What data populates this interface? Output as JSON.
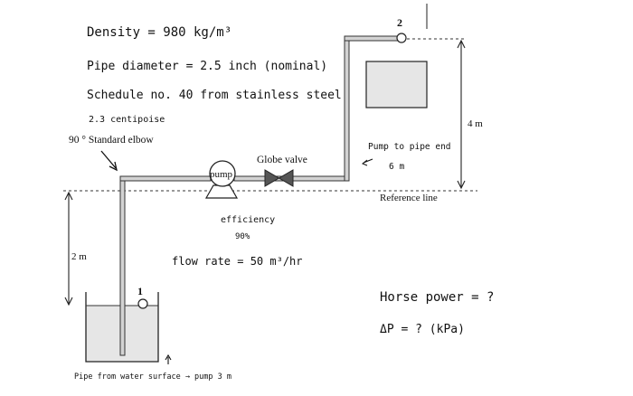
{
  "notes": {
    "density": "Density = 980 kg/m³",
    "pipe_diameter": "Pipe diameter = 2.5 inch (nominal)",
    "schedule": "Schedule no. 40 from stainless steel",
    "viscosity": "2.3 centipoise",
    "efficiency_label": "efficiency",
    "efficiency_value": "90%",
    "flow_rate": "flow rate = 50 m³/hr",
    "pump_to_pipe_end_1": "Pump to pipe end",
    "pump_to_pipe_end_2": "6 m",
    "pipe_from_surface": "Pipe from water surface → pump 3 m",
    "horse_power": "Horse power = ?",
    "delta_p": "ΔP = ? (kPa)"
  },
  "labels": {
    "elbow": "90 ° Standard elbow",
    "globe_valve": "Globe valve",
    "reference_line": "Reference line",
    "pump": "pump",
    "point_1": "1",
    "point_2": "2",
    "dim_2m": "2 m",
    "dim_4m": "4 m"
  },
  "colors": {
    "pipe_fill": "#d3d3d3",
    "pipe_stroke": "#333333",
    "water": "#e6e6e6",
    "ink": "#111111"
  }
}
